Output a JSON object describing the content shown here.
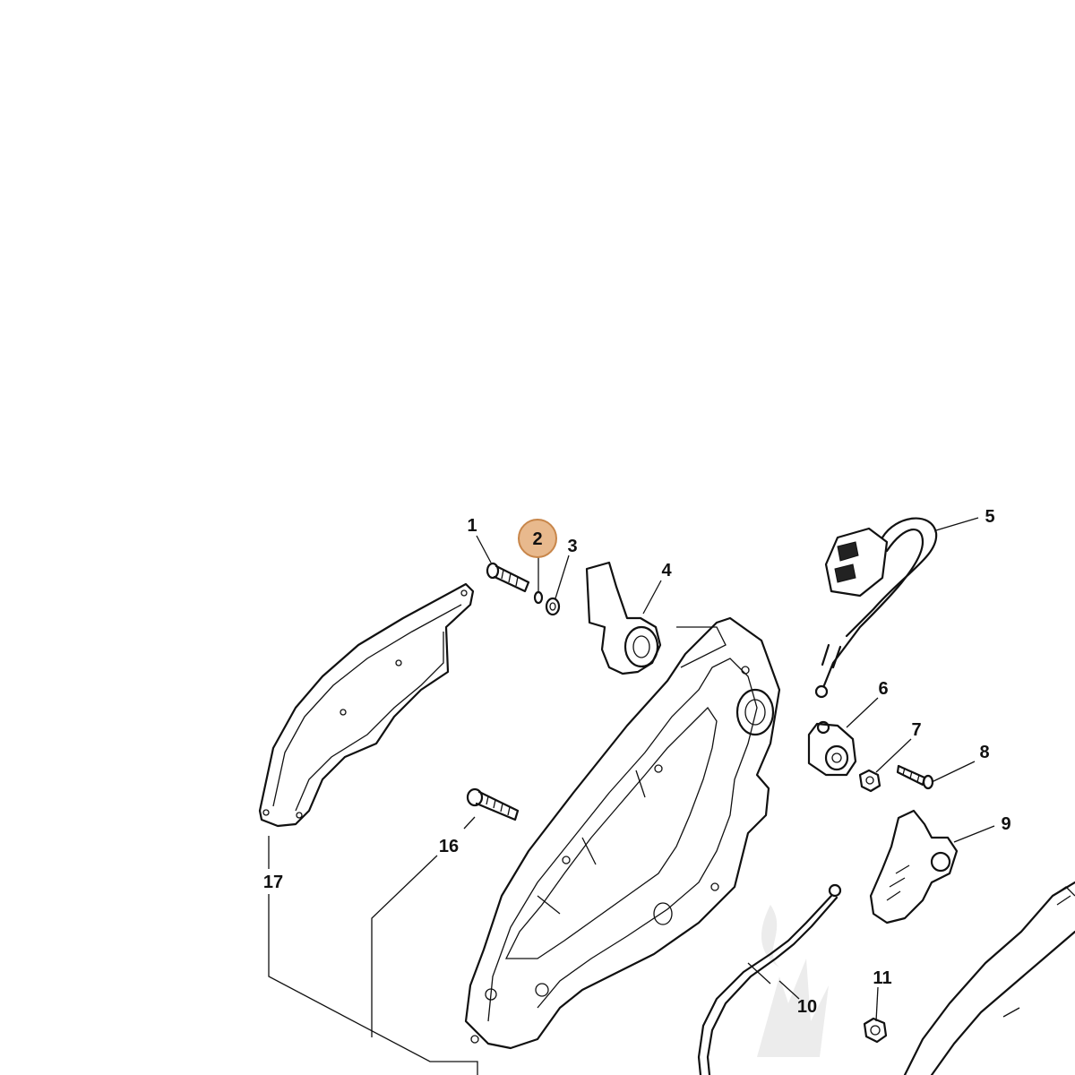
{
  "highlight": {
    "label": "2",
    "color": "#e8b98d"
  },
  "callouts": [
    {
      "id": "1",
      "label": "1"
    },
    {
      "id": "2",
      "label": "2"
    },
    {
      "id": "3",
      "label": "3"
    },
    {
      "id": "4",
      "label": "4"
    },
    {
      "id": "5",
      "label": "5"
    },
    {
      "id": "6",
      "label": "6"
    },
    {
      "id": "7",
      "label": "7"
    },
    {
      "id": "8",
      "label": "8"
    },
    {
      "id": "9",
      "label": "9"
    },
    {
      "id": "10",
      "label": "10"
    },
    {
      "id": "11",
      "label": "11"
    },
    {
      "id": "16",
      "label": "16"
    },
    {
      "id": "17",
      "label": "17"
    }
  ],
  "colors": {
    "line": "#111111",
    "highlight_fill": "#e8b98d",
    "highlight_border": "#c8864a",
    "watermark": "#e6e6e6"
  },
  "icons": {
    "watermark": "flame-logo"
  }
}
